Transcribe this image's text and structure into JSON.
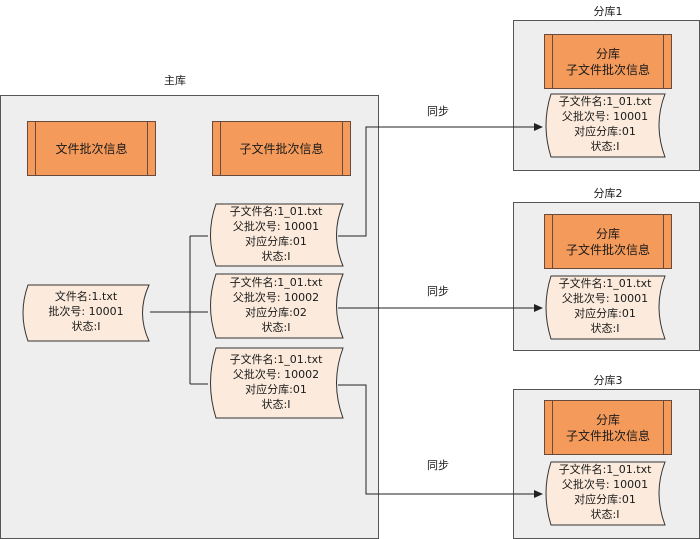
{
  "main": {
    "title": "主库",
    "box_file_batch": "文件批次信息",
    "box_subfile_batch": "子文件批次信息",
    "file_doc": {
      "lines": [
        "文件名:1.txt",
        "批次号: 10001",
        "状态:I"
      ]
    },
    "subfile_docs": [
      {
        "lines": [
          "子文件名:1_01.txt",
          "父批次号: 10001",
          "对应分库:01",
          "状态:I"
        ]
      },
      {
        "lines": [
          "子文件名:1_01.txt",
          "父批次号: 10002",
          "对应分库:02",
          "状态:I"
        ]
      },
      {
        "lines": [
          "子文件名:1_01.txt",
          "父批次号: 10002",
          "对应分库:01",
          "状态:I"
        ]
      }
    ]
  },
  "sync_label": "同步",
  "shards": [
    {
      "title": "分库1",
      "box_lines": [
        "分库",
        "子文件批次信息"
      ],
      "doc_lines": [
        "子文件名:1_01.txt",
        "父批次号: 10001",
        "对应分库:01",
        "状态:I"
      ]
    },
    {
      "title": "分库2",
      "box_lines": [
        "分库",
        "子文件批次信息"
      ],
      "doc_lines": [
        "子文件名:1_01.txt",
        "父批次号: 10001",
        "对应分库:01",
        "状态:I"
      ]
    },
    {
      "title": "分库3",
      "box_lines": [
        "分库",
        "子文件批次信息"
      ],
      "doc_lines": [
        "子文件名:1_01.txt",
        "父批次号: 10001",
        "对应分库:01",
        "状态:I"
      ]
    }
  ],
  "colors": {
    "panel_bg": "#eeeeee",
    "panel_border": "#555555",
    "box_fill": "#f49a5a",
    "doc_fill": "#fcebdc",
    "line": "#222222"
  }
}
